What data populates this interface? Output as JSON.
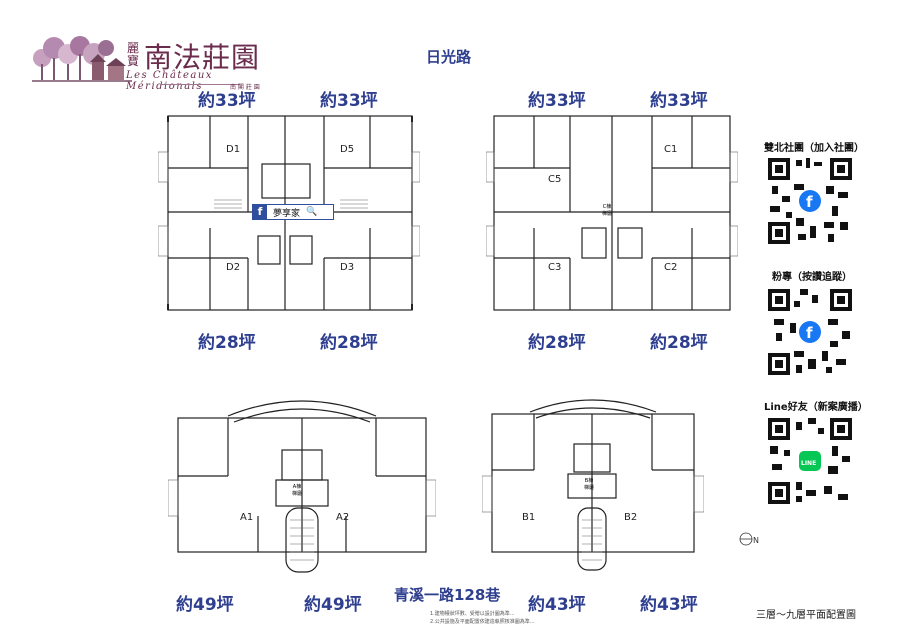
{
  "brand": {
    "prefix": "麗寶",
    "title": "南法莊園",
    "subtitle": "Les Châteaux Méridionals",
    "mini": "南 閣 莊 園"
  },
  "roads": {
    "top": "日光路",
    "bottom": "青溪一路128巷"
  },
  "plans": {
    "top_left": {
      "units": [
        "D1",
        "D5",
        "D2",
        "D3"
      ],
      "areas_top": [
        "約33坪",
        "約33坪"
      ],
      "areas_bottom": [
        "約28坪",
        "約28坪"
      ]
    },
    "top_right": {
      "units": [
        "C5",
        "C1",
        "C3",
        "C2"
      ],
      "areas_top": [
        "約33坪",
        "約33坪"
      ],
      "areas_bottom": [
        "約28坪",
        "約28坪"
      ],
      "center_label": [
        "C棟",
        "梯廳"
      ]
    },
    "bottom_left": {
      "units": [
        "A1",
        "A2"
      ],
      "areas": [
        "約49坪",
        "約49坪"
      ],
      "center_label": [
        "A棟",
        "梯廳"
      ]
    },
    "bottom_right": {
      "units": [
        "B1",
        "B2"
      ],
      "areas": [
        "約43坪",
        "約43坪"
      ],
      "center_label": [
        "B棟",
        "梯廳"
      ]
    }
  },
  "fb_banner": {
    "icon": "f",
    "text": "夢享家"
  },
  "qr": [
    {
      "label": "雙北社團（加入社團）",
      "badge": "facebook-icon",
      "color": "#1877f2"
    },
    {
      "label": "粉專（按讚追蹤）",
      "badge": "facebook-icon",
      "color": "#1877f2"
    },
    {
      "label": "Line好友（新案廣播）",
      "badge": "line-icon",
      "color": "#06c755"
    }
  ],
  "footer": {
    "caption": "三層～九層平面配置圖",
    "notes": [
      "1.建物權狀坪數、受贈以設計圖為準...",
      "2.公共設施及平面配置依建造執照核准圖為準..."
    ]
  }
}
